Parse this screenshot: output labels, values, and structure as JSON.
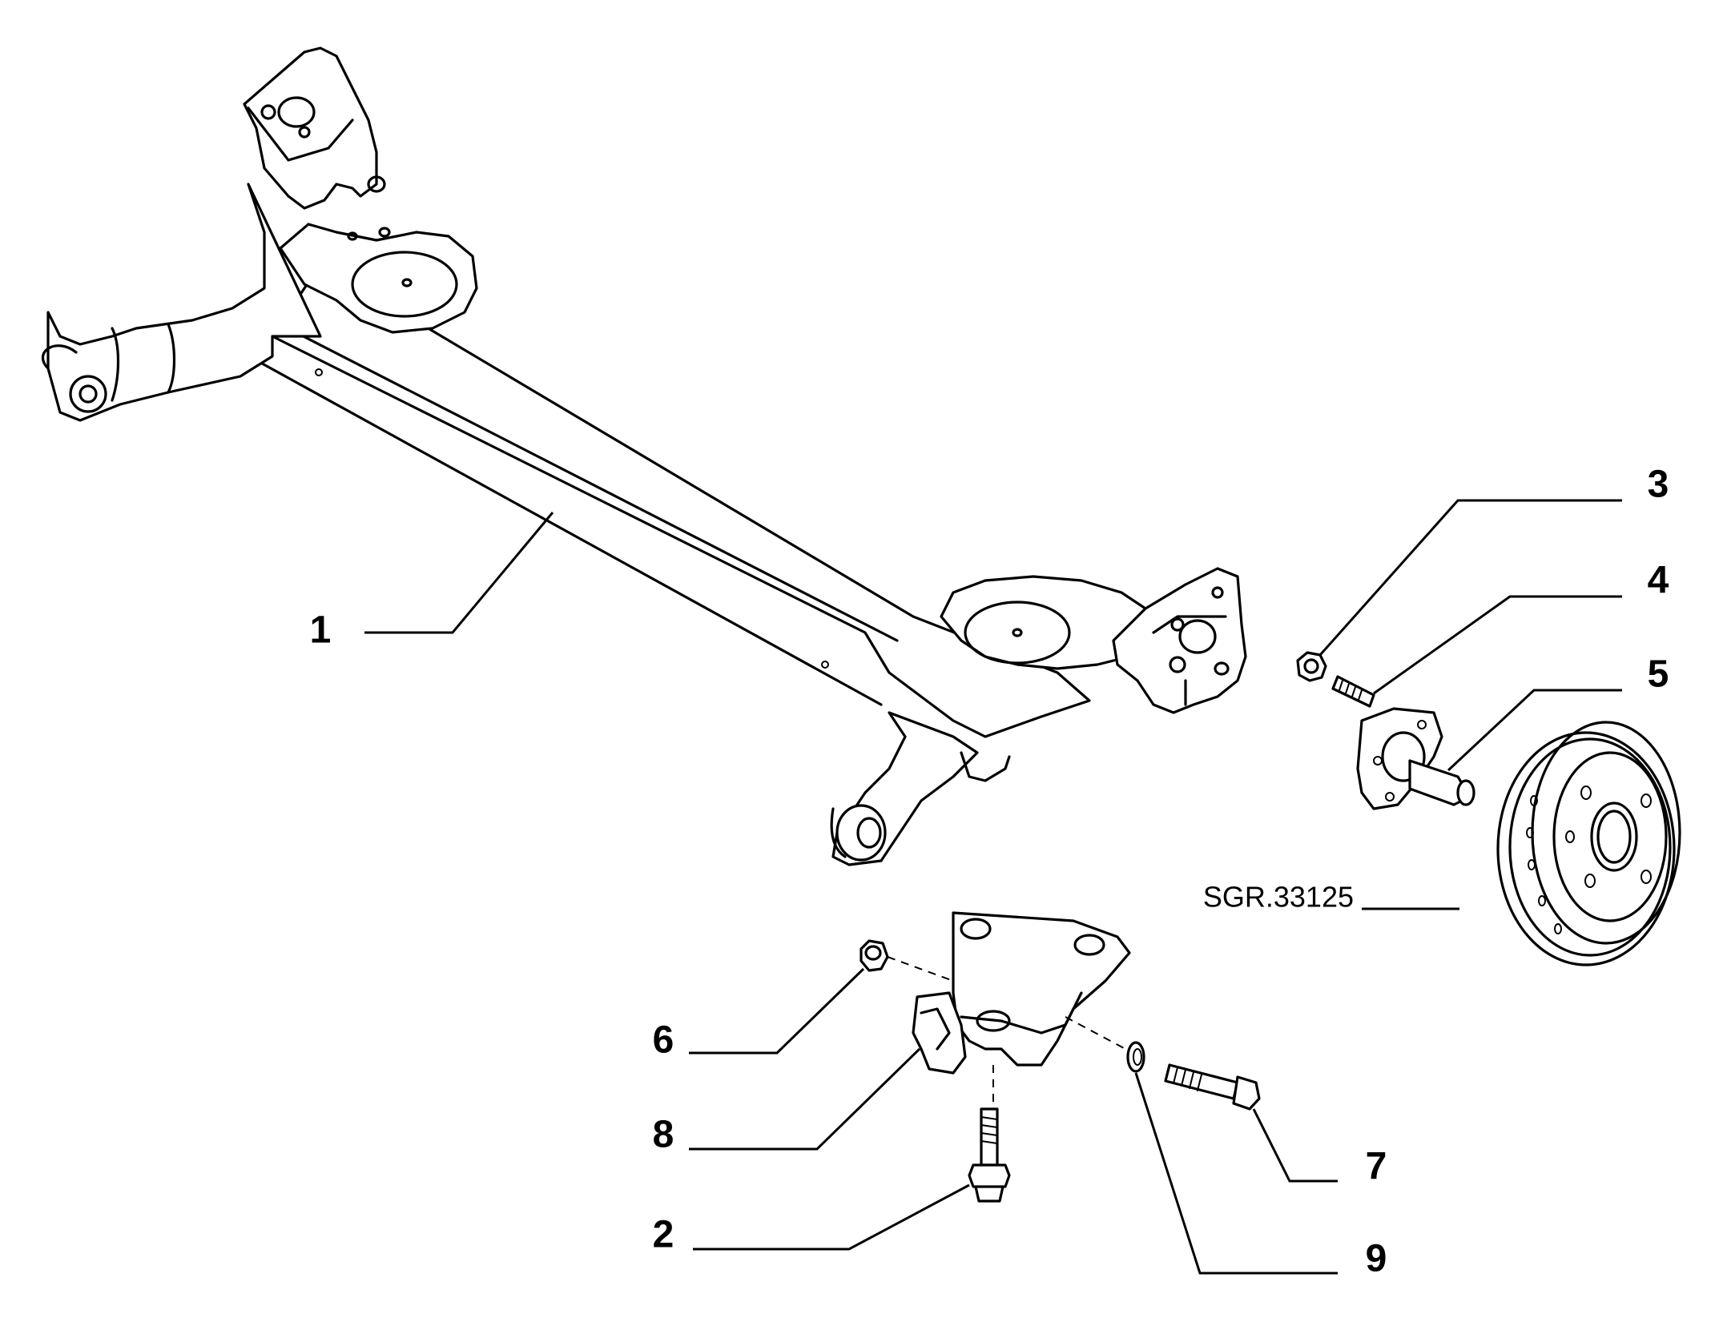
{
  "diagram": {
    "reference_code": "SGR.33125",
    "callouts": [
      {
        "id": "1",
        "label": "1"
      },
      {
        "id": "2",
        "label": "2"
      },
      {
        "id": "3",
        "label": "3"
      },
      {
        "id": "4",
        "label": "4"
      },
      {
        "id": "5",
        "label": "5"
      },
      {
        "id": "6",
        "label": "6"
      },
      {
        "id": "7",
        "label": "7"
      },
      {
        "id": "8",
        "label": "8"
      },
      {
        "id": "9",
        "label": "9"
      }
    ]
  }
}
